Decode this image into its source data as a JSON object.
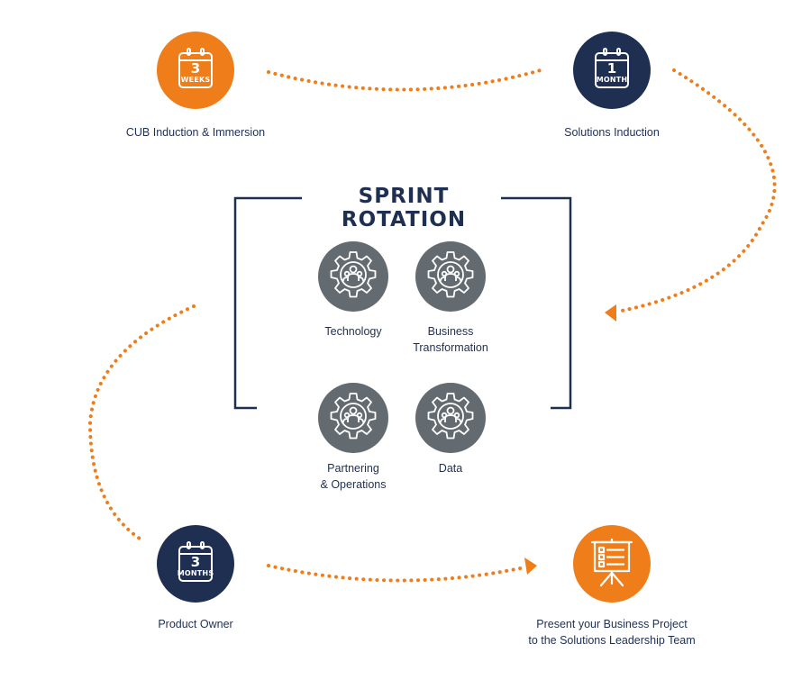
{
  "colors": {
    "orange": "#ef7d1a",
    "navy": "#1f2f52",
    "gray": "#636b70",
    "text": "#1f2f52"
  },
  "steps": [
    {
      "id": "cub",
      "number": "3",
      "unit": "WEEKS",
      "label": "CUB Induction & Immersion",
      "color": "orange",
      "icon": "calendar-icon"
    },
    {
      "id": "solutions",
      "number": "1",
      "unit": "MONTH",
      "label": "Solutions Induction",
      "color": "navy",
      "icon": "calendar-icon"
    },
    {
      "id": "product-owner",
      "number": "3",
      "unit": "MONTHS",
      "label": "Product Owner",
      "color": "navy",
      "icon": "calendar-icon"
    },
    {
      "id": "present",
      "label": "Present your Business Project\nto the Solutions Leadership Team",
      "color": "orange",
      "icon": "presentation-board-icon"
    }
  ],
  "sprint": {
    "title": "SPRINT ROTATION",
    "items": [
      {
        "label": "Technology",
        "icon": "gear-team-icon"
      },
      {
        "label": "Business\nTransformation",
        "icon": "gear-team-icon"
      },
      {
        "label": "Partnering\n& Operations",
        "icon": "gear-team-icon"
      },
      {
        "label": "Data",
        "icon": "gear-team-icon"
      }
    ]
  }
}
